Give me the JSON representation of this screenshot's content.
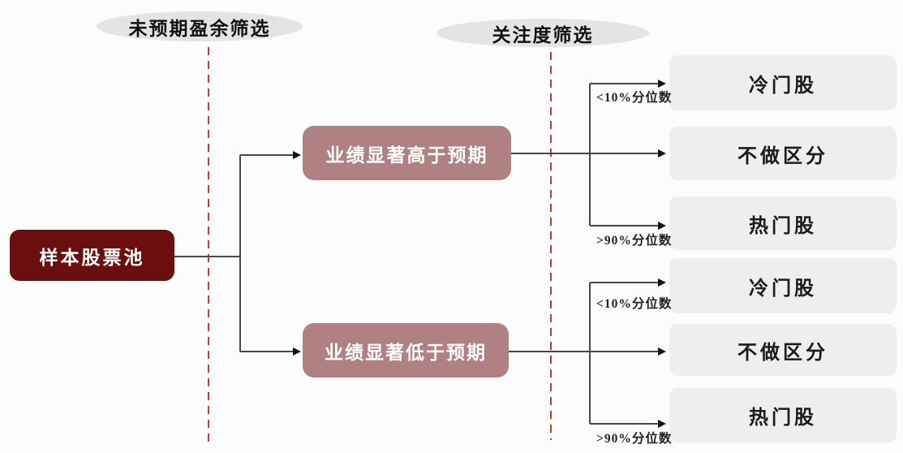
{
  "stages": [
    {
      "label": "未预期盈余筛选"
    },
    {
      "label": "关注度筛选"
    }
  ],
  "root_node": {
    "label": "样本股票池"
  },
  "branch_nodes": [
    {
      "label": "业绩显著高于预期"
    },
    {
      "label": "业绩显著低于预期"
    }
  ],
  "outcome_nodes": [
    {
      "label": "冷门股"
    },
    {
      "label": "不做区分"
    },
    {
      "label": "热门股"
    },
    {
      "label": "冷门股"
    },
    {
      "label": "不做区分"
    },
    {
      "label": "热门股"
    }
  ],
  "edge_labels": [
    {
      "label": "<10%分位数"
    },
    {
      "label": ">90%分位数"
    },
    {
      "label": "<10%分位数"
    },
    {
      "label": ">90%分位数"
    }
  ],
  "colors": {
    "root_box": "#6a0e0e",
    "branch_box": "#b08182",
    "outcome_box": "#f0eeec",
    "stage_ellipse": "#e4e4e6",
    "dashed_line": "#c23b3b",
    "connector": "#474747"
  }
}
